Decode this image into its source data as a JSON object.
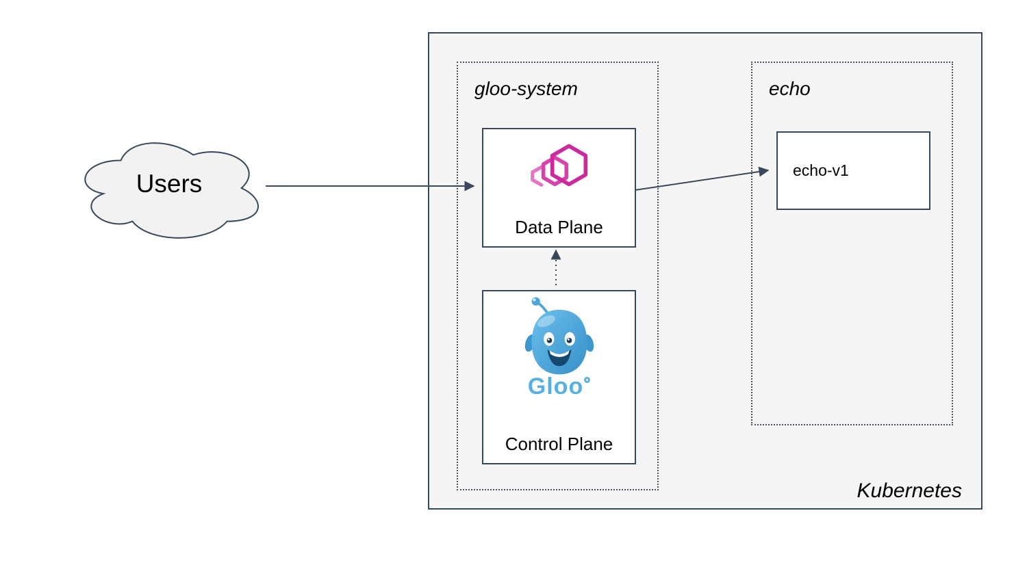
{
  "diagram": {
    "cluster": {
      "label": "Kubernetes"
    },
    "users": {
      "label": "Users"
    },
    "namespaces": {
      "gloo_system": {
        "label": "gloo-system"
      },
      "echo": {
        "label": "echo"
      }
    },
    "nodes": {
      "data_plane": {
        "label": "Data Plane"
      },
      "control_plane": {
        "label": "Control Plane",
        "logo_text": "Gloo"
      },
      "echo_v1": {
        "label": "echo-v1"
      }
    },
    "edges": [
      {
        "from": "Users",
        "to": "Data Plane",
        "style": "solid"
      },
      {
        "from": "Data Plane",
        "to": "echo-v1",
        "style": "solid"
      },
      {
        "from": "Control Plane",
        "to": "Data Plane",
        "style": "dotted"
      }
    ],
    "icons": {
      "users_cloud": "cloud-shape",
      "data_plane_logo": "gloo-proxy-hexagons-icon",
      "control_plane_logo": "gloo-mascot-icon"
    },
    "colors": {
      "line": "#36485a",
      "cluster_background": "#f5f5f5",
      "node_background": "#ffffff",
      "gloo_magenta": "#cb2a9c",
      "gloo_blue": "#57b0e2",
      "text": "#000000"
    }
  }
}
